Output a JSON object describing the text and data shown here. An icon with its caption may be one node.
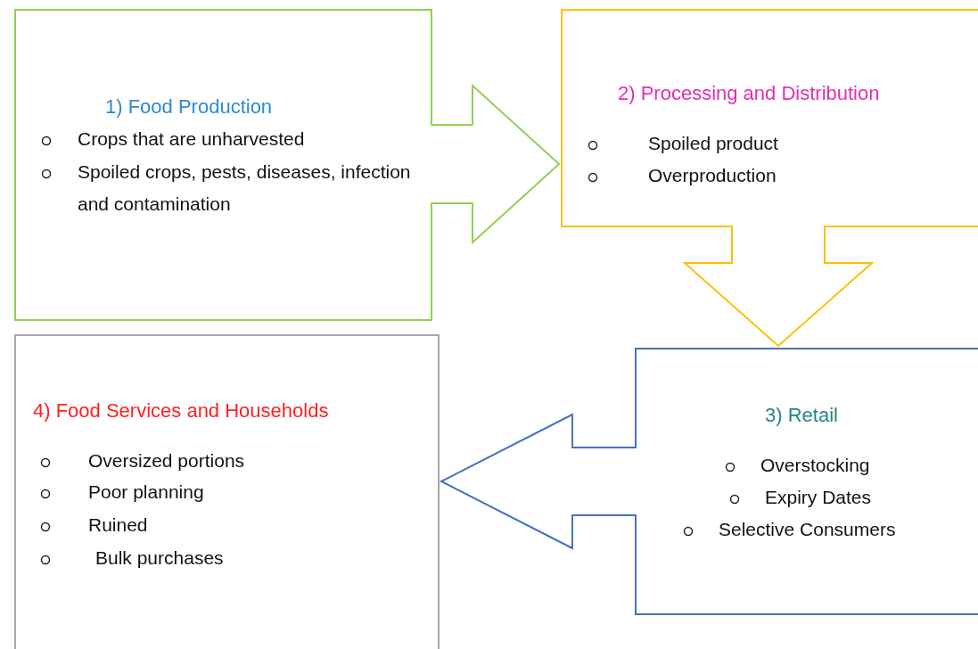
{
  "diagram": {
    "nodes": [
      {
        "text": [
          "1) Food Production",
          "Crops that are unharvested",
          "Spoiled crops, pests, diseases, infection and contamination"
        ]
      },
      {
        "text": [
          "2) Processing and Distribution",
          "Spoiled product",
          "Overproduction"
        ]
      },
      {
        "text": [
          "3) Retail",
          "Overstocking",
          "Expiry Dates",
          "Selective Consumers"
        ]
      },
      {
        "text": [
          "4) Food Services and Households",
          "Oversized portions",
          "Poor planning",
          "Ruined",
          "Bulk purchases"
        ]
      }
    ],
    "edges": [
      {
        "from": 0,
        "to": 1,
        "arrow": "to",
        "color": "#92d050"
      },
      {
        "from": 1,
        "to": 2,
        "arrow": "to",
        "color": "#ffc000"
      },
      {
        "from": 2,
        "to": 3,
        "arrow": "to",
        "color": "#4472c4"
      }
    ]
  }
}
